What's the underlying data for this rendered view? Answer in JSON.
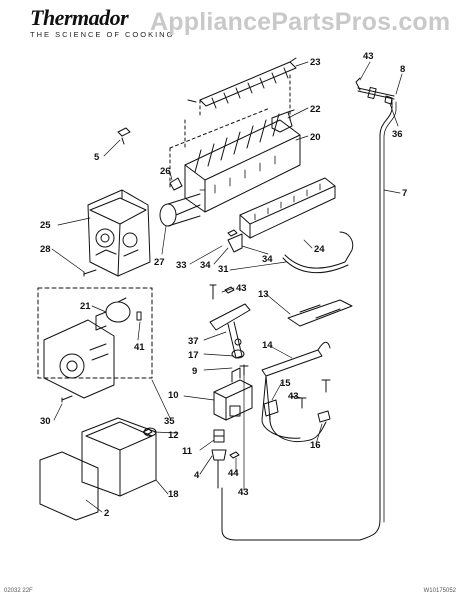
{
  "header": {
    "brand": "Thermador",
    "tagline": "THE SCIENCE OF COOKING",
    "watermark": "AppliancePartsPros.com"
  },
  "parts": [
    {
      "id": "p23",
      "label": "23"
    },
    {
      "id": "p43a",
      "label": "43"
    },
    {
      "id": "p8",
      "label": "8"
    },
    {
      "id": "p22",
      "label": "22"
    },
    {
      "id": "p36",
      "label": "36"
    },
    {
      "id": "p20",
      "label": "20"
    },
    {
      "id": "p5",
      "label": "5"
    },
    {
      "id": "p26",
      "label": "26"
    },
    {
      "id": "p7",
      "label": "7"
    },
    {
      "id": "p25",
      "label": "25"
    },
    {
      "id": "p28",
      "label": "28"
    },
    {
      "id": "p27",
      "label": "27"
    },
    {
      "id": "p24",
      "label": "24"
    },
    {
      "id": "p33",
      "label": "33"
    },
    {
      "id": "p34a",
      "label": "34"
    },
    {
      "id": "p34b",
      "label": "34"
    },
    {
      "id": "p31",
      "label": "31"
    },
    {
      "id": "p43b",
      "label": "43"
    },
    {
      "id": "p13",
      "label": "13"
    },
    {
      "id": "p21",
      "label": "21"
    },
    {
      "id": "p41",
      "label": "41"
    },
    {
      "id": "p37",
      "label": "37"
    },
    {
      "id": "p14",
      "label": "14"
    },
    {
      "id": "p17",
      "label": "17"
    },
    {
      "id": "p9",
      "label": "9"
    },
    {
      "id": "p15",
      "label": "15"
    },
    {
      "id": "p10",
      "label": "10"
    },
    {
      "id": "p43c",
      "label": "43"
    },
    {
      "id": "p30",
      "label": "30"
    },
    {
      "id": "p35",
      "label": "35"
    },
    {
      "id": "p12",
      "label": "12"
    },
    {
      "id": "p11",
      "label": "11"
    },
    {
      "id": "p16",
      "label": "16"
    },
    {
      "id": "p4",
      "label": "4"
    },
    {
      "id": "p44",
      "label": "44"
    },
    {
      "id": "p18",
      "label": "18"
    },
    {
      "id": "p43d",
      "label": "43"
    },
    {
      "id": "p2",
      "label": "2"
    }
  ],
  "footer": {
    "left": "02032 22F",
    "right": "W10175052"
  }
}
